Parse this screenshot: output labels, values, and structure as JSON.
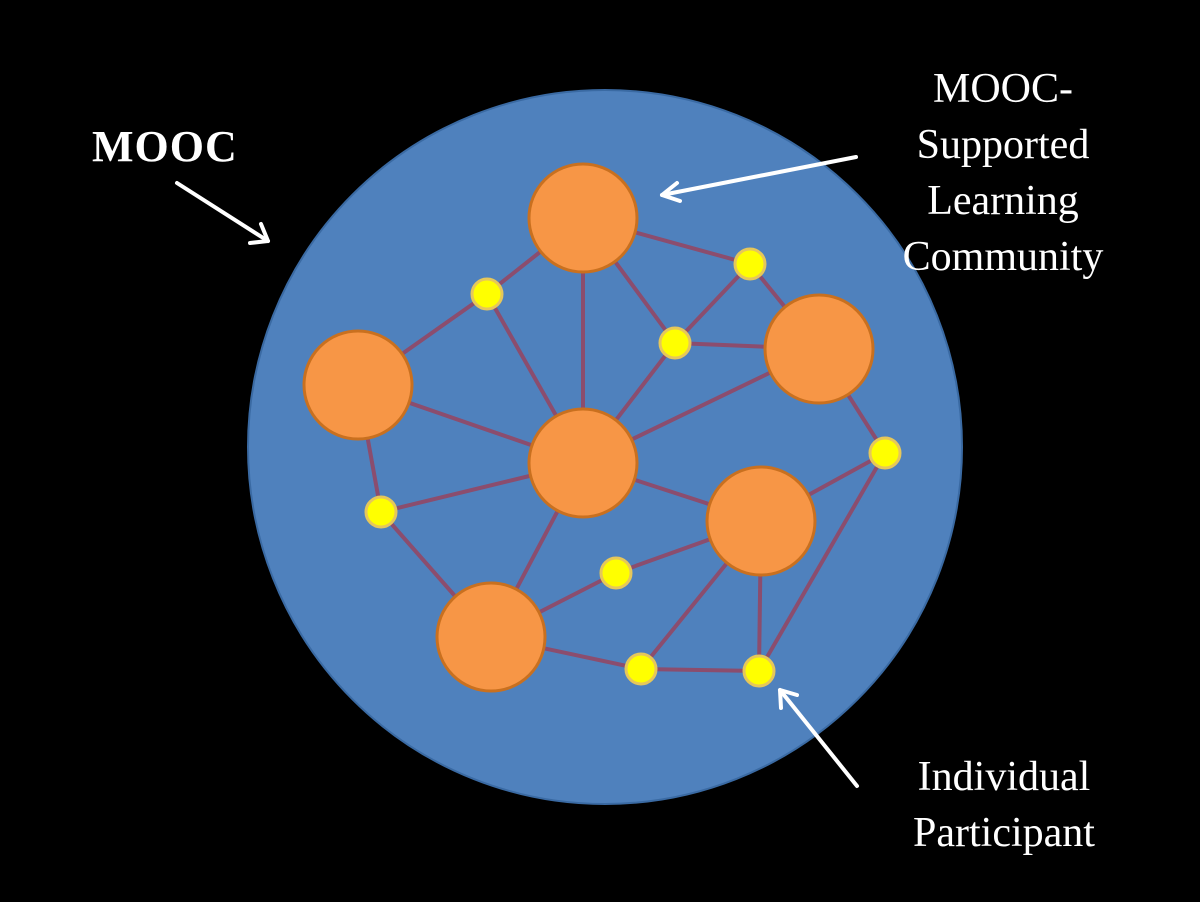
{
  "labels": {
    "mooc": "MOOC",
    "community": [
      "MOOC-",
      "Supported",
      "Learning",
      "Community"
    ],
    "participant": [
      "Individual",
      "Participant"
    ]
  },
  "colors": {
    "background": "#000000",
    "mooc_circle": "#4f81bd",
    "mooc_circle_stroke": "#3a6aa3",
    "community_node": "#f79646",
    "community_node_stroke": "#c9701f",
    "participant_node": "#ffff00",
    "participant_node_stroke": "#e6c75a",
    "edge": "#8b4d6e",
    "arrow": "#ffffff",
    "text": "#ffffff"
  }
}
